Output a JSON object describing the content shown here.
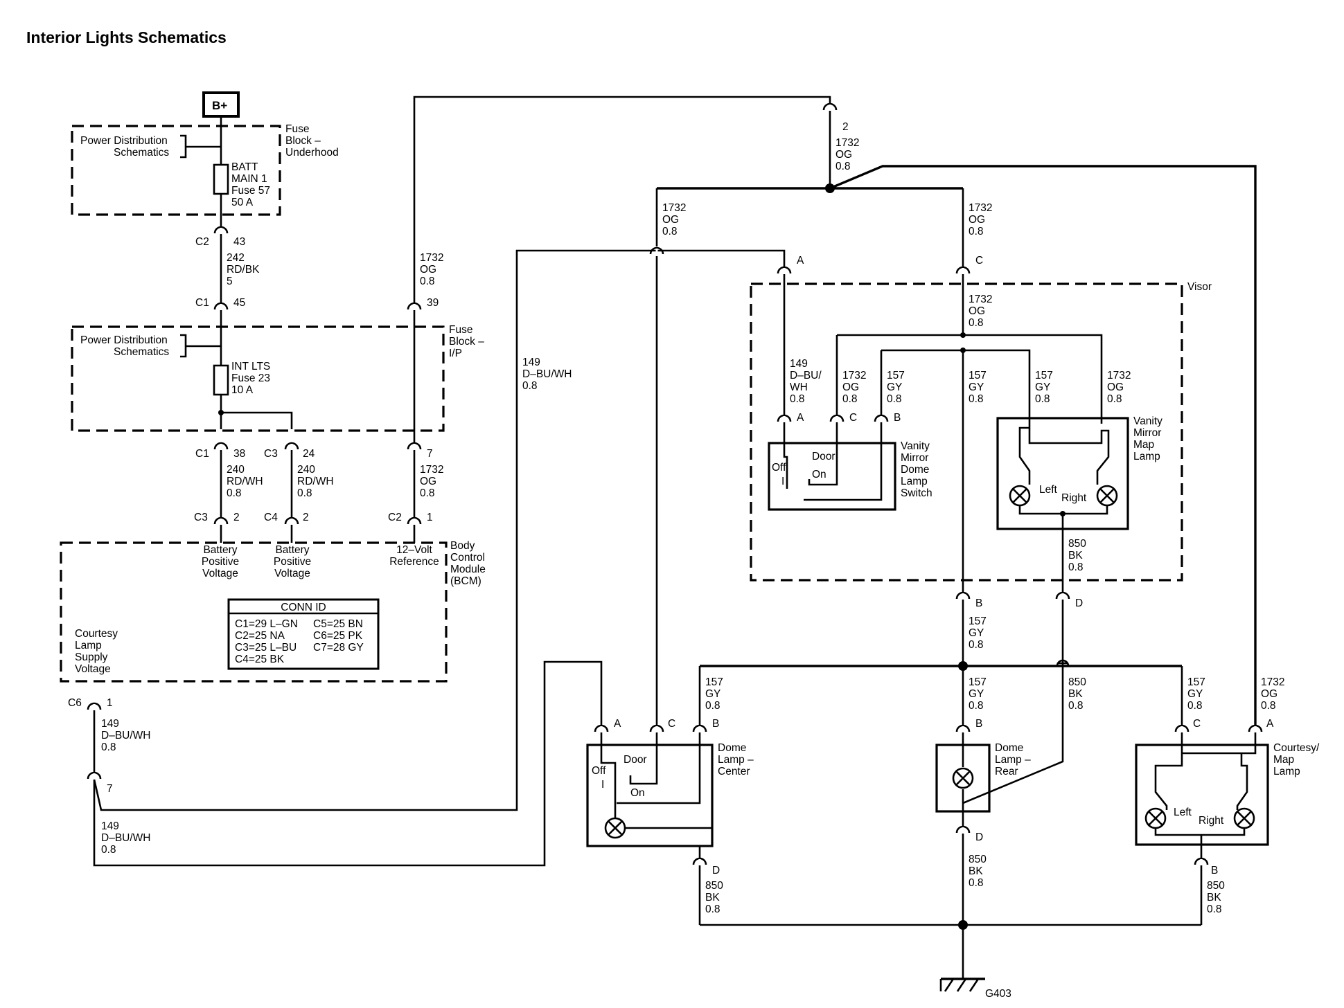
{
  "title": "Interior Lights Schematics",
  "battery": "B+",
  "fuse_block_underhood": {
    "label": [
      "Fuse",
      "Block –",
      "Underhood"
    ],
    "pd_ref": [
      "Power Distribution",
      "Schematics"
    ],
    "fuse": [
      "BATT",
      "MAIN 1",
      "Fuse 57",
      "50 A"
    ]
  },
  "fuse_block_ip": {
    "label": [
      "Fuse",
      "Block –",
      "I/P"
    ],
    "pd_ref": [
      "Power Distribution",
      "Schematics"
    ],
    "fuse": [
      "INT LTS",
      "Fuse 23",
      "10 A"
    ]
  },
  "bcm": {
    "label": [
      "Body",
      "Control",
      "Module",
      "(BCM)"
    ],
    "inputs": [
      [
        "Battery",
        "Positive",
        "Voltage"
      ],
      [
        "Battery",
        "Positive",
        "Voltage"
      ],
      [
        "12–Volt",
        "Reference"
      ]
    ],
    "courtesy_output": [
      "Courtesy",
      "Lamp",
      "Supply",
      "Voltage"
    ],
    "conn_id": {
      "title": "CONN ID",
      "rows": [
        [
          "C1=29 L–GN",
          "C5=25 BN"
        ],
        [
          "C2=25 NA",
          "C6=25 PK"
        ],
        [
          "C3=25 L–BU",
          "C7=28 GY"
        ],
        [
          "C4=25 BK",
          ""
        ]
      ]
    }
  },
  "connectors": {
    "c2_43": [
      "C2",
      "43"
    ],
    "c1_45": [
      "C1",
      "45"
    ],
    "ip_39": "39",
    "c1_38": [
      "C1",
      "38"
    ],
    "c3_24": [
      "C3",
      "24"
    ],
    "ip_7": "7",
    "bcm_c3_2": [
      "C3",
      "2"
    ],
    "bcm_c4_2": [
      "C4",
      "2"
    ],
    "bcm_c2_1": [
      "C2",
      "1"
    ],
    "bcm_c6_1": [
      "C6",
      "1"
    ],
    "inline_7": "7",
    "splice_2": "2",
    "visor_a": "A",
    "visor_c": "C",
    "visor_b": "B",
    "visor_d": "D",
    "sw_a": "A",
    "sw_c": "C",
    "sw_b": "B",
    "dc_a": "A",
    "dc_c": "C",
    "dc_b": "B",
    "dc_d": "D",
    "dr_b": "B",
    "dr_d": "D",
    "cm_c": "C",
    "cm_a": "A",
    "cm_b": "B"
  },
  "wires": {
    "w242": [
      "242",
      "RD/BK",
      "5"
    ],
    "w1732_ip": [
      "1732",
      "OG",
      "0.8"
    ],
    "w240a": [
      "240",
      "RD/WH",
      "0.8"
    ],
    "w240b": [
      "240",
      "RD/WH",
      "0.8"
    ],
    "w1732_bcm": [
      "1732",
      "OG",
      "0.8"
    ],
    "w1732_top": [
      "1732",
      "OG",
      "0.8"
    ],
    "w1732_left": [
      "1732",
      "OG",
      "0.8"
    ],
    "w1732_right": [
      "1732",
      "OG",
      "0.8"
    ],
    "w149_mid": [
      "149",
      "D–BU/WH",
      "0.8"
    ],
    "w149_low1": [
      "149",
      "D–BU/WH",
      "0.8"
    ],
    "w149_low2": [
      "149",
      "D–BU/WH",
      "0.8"
    ],
    "v1732_top": [
      "1732",
      "OG",
      "0.8"
    ],
    "v149": [
      "149",
      "D–BU/",
      "WH",
      "0.8"
    ],
    "v1732_sw": [
      "1732",
      "OG",
      "0.8"
    ],
    "v157_sw": [
      "157",
      "GY",
      "0.8"
    ],
    "v157_mid": [
      "157",
      "GY",
      "0.8"
    ],
    "v157_map": [
      "157",
      "GY",
      "0.8"
    ],
    "v1732_map": [
      "1732",
      "OG",
      "0.8"
    ],
    "v850": [
      "850",
      "BK",
      "0.8"
    ],
    "w157_b": [
      "157",
      "GY",
      "0.8"
    ],
    "w157_dc": [
      "157",
      "GY",
      "0.8"
    ],
    "w157_dr": [
      "157",
      "GY",
      "0.8"
    ],
    "w850_mid": [
      "850",
      "BK",
      "0.8"
    ],
    "w157_cm": [
      "157",
      "GY",
      "0.8"
    ],
    "w1732_cm": [
      "1732",
      "OG",
      "0.8"
    ],
    "w850_dc": [
      "850",
      "BK",
      "0.8"
    ],
    "w850_dr": [
      "850",
      "BK",
      "0.8"
    ],
    "w850_cm": [
      "850",
      "BK",
      "0.8"
    ]
  },
  "components": {
    "visor": "Visor",
    "vm_switch": [
      "Vanity",
      "Mirror",
      "Dome",
      "Lamp",
      "Switch"
    ],
    "vm_switch_pos": {
      "door": "Door",
      "off": "Off",
      "i": "I",
      "on": "On"
    },
    "vm_map": [
      "Vanity",
      "Mirror",
      "Map",
      "Lamp"
    ],
    "vm_map_pos": {
      "left": "Left",
      "right": "Right"
    },
    "dome_center": [
      "Dome",
      "Lamp –",
      "Center"
    ],
    "dome_center_pos": {
      "door": "Door",
      "off": "Off",
      "i": "I",
      "on": "On"
    },
    "dome_rear": [
      "Dome",
      "Lamp –",
      "Rear"
    ],
    "courtesy_map": [
      "Courtesy/",
      "Map",
      "Lamp"
    ],
    "courtesy_map_pos": {
      "left": "Left",
      "right": "Right"
    },
    "ground": "G403"
  }
}
